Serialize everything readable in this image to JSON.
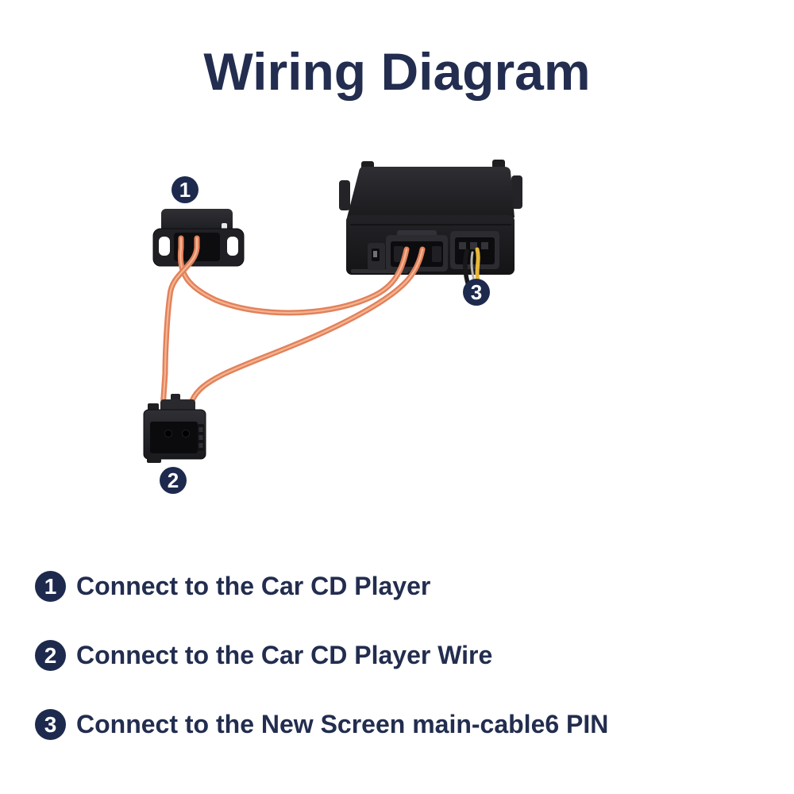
{
  "title": "Wiring Diagram",
  "colors": {
    "heading_navy": "#222d4f",
    "badge_navy": "#1d2a4e",
    "wire_orange": "#e2815b",
    "wire_highlight": "#f6ba97",
    "pigtail_yellow": "#e9b83a",
    "connector_black": "#1c1c1f",
    "background": "#ffffff"
  },
  "diagram": {
    "badges": [
      {
        "num": "1"
      },
      {
        "num": "2"
      },
      {
        "num": "3"
      }
    ]
  },
  "legend": {
    "items": [
      {
        "num": "1",
        "label": "Connect to the Car CD Player"
      },
      {
        "num": "2",
        "label": "Connect to the Car CD Player Wire"
      },
      {
        "num": "3",
        "label": "Connect to the New Screen main-cable6 PIN"
      }
    ]
  }
}
